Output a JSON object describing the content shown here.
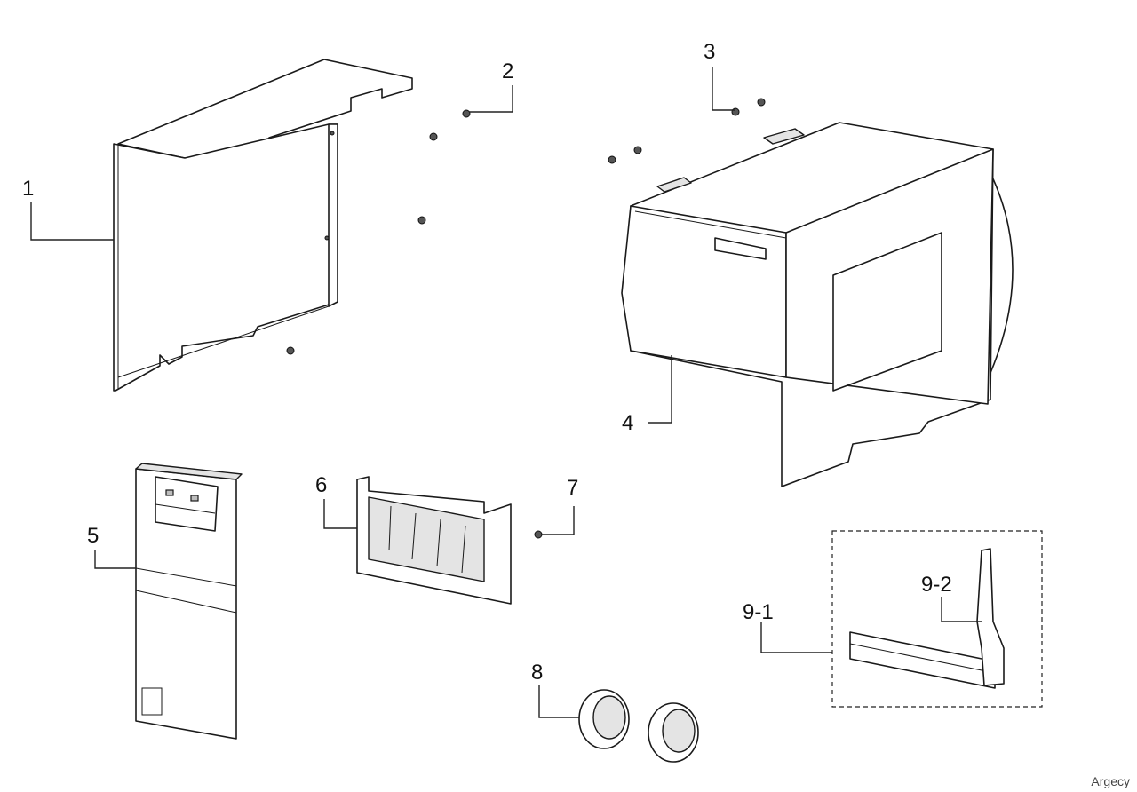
{
  "callouts": [
    {
      "id": "1",
      "text": "1"
    },
    {
      "id": "2",
      "text": "2"
    },
    {
      "id": "3",
      "text": "3"
    },
    {
      "id": "4",
      "text": "4"
    },
    {
      "id": "5",
      "text": "5"
    },
    {
      "id": "6",
      "text": "6"
    },
    {
      "id": "7",
      "text": "7"
    },
    {
      "id": "8",
      "text": "8"
    },
    {
      "id": "9-1",
      "text": "9-1"
    },
    {
      "id": "9-2",
      "text": "9-2"
    }
  ],
  "watermark": "Argecy"
}
